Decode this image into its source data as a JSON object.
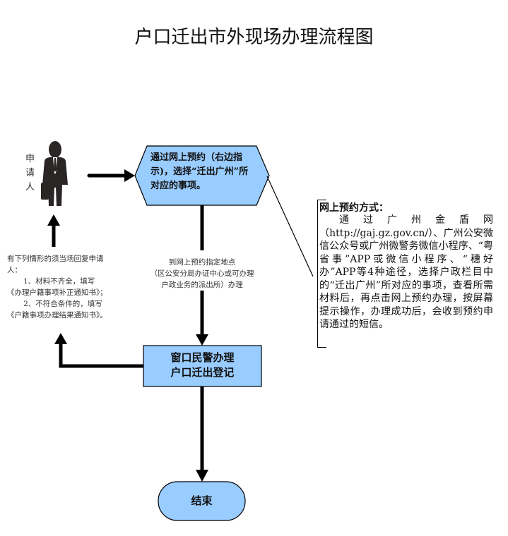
{
  "title": "户口迁出市外现场办理流程图",
  "colors": {
    "node_fill": "#99ccff",
    "stroke": "#000000"
  },
  "applicant": {
    "label": "申请人",
    "icon": "businessman-icon"
  },
  "step1": {
    "text": "通过网上预约（右边指示)，选择“迁出广州”所对应的事项。"
  },
  "transition_text": {
    "lines": [
      "到网上预约指定地点",
      "（区公安分局办证中心或可办理",
      "户政业务的派出所）办理"
    ]
  },
  "step2": {
    "lines": [
      "窗口民警办理",
      "户口迁出登记"
    ]
  },
  "end": {
    "text": "结束"
  },
  "rejection_note": {
    "intro": "有下列情形的须当场回复申请人：",
    "item1": "1、材料不齐全，填写《办理户籍事项补正通知书》；",
    "item2": "2、不符合条件的，填写《户籍事项办理结果通知书》。"
  },
  "online_note": {
    "title": "网上预约方式：",
    "body": "通过广州金盾网（http://gaj.gz.gov.cn/）、广州公安微信公众号或广州微警务微信小程序、“粤省事”APP或微信小程序、“穗好办”APP等4种途径，选择户政栏目中的“迁出广州”所对应的事项，查看所需材料后，再点击网上预约办理，按屏幕提示操作，办理成功后，会收到预约申请通过的短信。"
  }
}
